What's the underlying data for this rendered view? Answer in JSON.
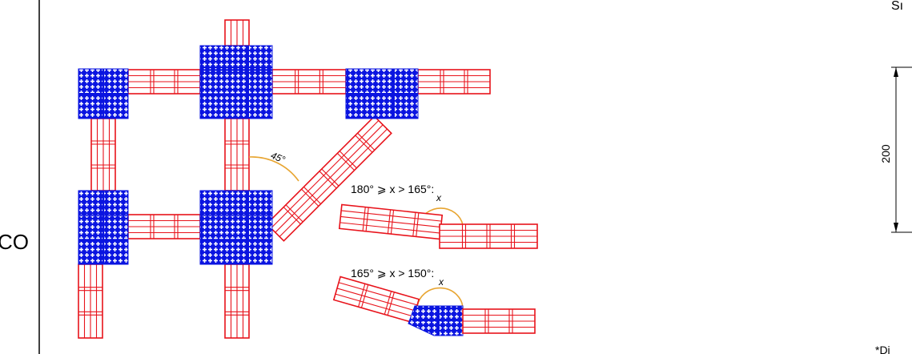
{
  "page": {
    "left_partial_text": "CO",
    "top_right_partial_text": "Sı",
    "bottom_right_partial_text": "*Di"
  },
  "diagram": {
    "angle_main": "45°",
    "case1_label": "180° ⩾ x > 165°:",
    "case1_var": "x",
    "case2_label": "165° ⩾ x > 150°:",
    "case2_var": "x",
    "dimension_value": "200"
  },
  "colors": {
    "segment": "#e8131b",
    "node": "#0a14e0",
    "node_grid": "#ffffff",
    "arc": "#e8a531",
    "line": "#000000"
  }
}
